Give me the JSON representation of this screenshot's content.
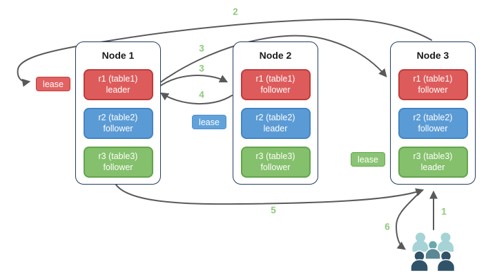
{
  "nodes": [
    {
      "title": "Node 1",
      "replicas": [
        {
          "name": "r1 (table1)",
          "role": "leader",
          "color": "#DE5B5B"
        },
        {
          "name": "r2 (table2)",
          "role": "follower",
          "color": "#5B9BD5"
        },
        {
          "name": "r3 (table3)",
          "role": "follower",
          "color": "#85C06C"
        }
      ]
    },
    {
      "title": "Node 2",
      "replicas": [
        {
          "name": "r1 (table1)",
          "role": "follower",
          "color": "#DE5B5B"
        },
        {
          "name": "r2 (table2)",
          "role": "leader",
          "color": "#5B9BD5"
        },
        {
          "name": "r3 (table3)",
          "role": "follower",
          "color": "#85C06C"
        }
      ]
    },
    {
      "title": "Node 3",
      "replicas": [
        {
          "name": "r1 (table1)",
          "role": "follower",
          "color": "#DE5B5B"
        },
        {
          "name": "r2 (table2)",
          "role": "follower",
          "color": "#5B9BD5"
        },
        {
          "name": "r3 (table3)",
          "role": "leader",
          "color": "#85C06C"
        }
      ]
    }
  ],
  "leases": [
    {
      "label": "lease",
      "color": "#E26262"
    },
    {
      "label": "lease",
      "color": "#62A2DB"
    },
    {
      "label": "lease",
      "color": "#8BC474"
    }
  ],
  "steps": {
    "step1": "1",
    "step2": "2",
    "step3a": "3",
    "step3b": "3",
    "step4": "4",
    "step5": "5",
    "step6": "6"
  },
  "icons": {
    "users": "users-group-icon"
  },
  "colors": {
    "replica_red": "#DE5B5B",
    "replica_blue": "#5B9BD5",
    "replica_green": "#85C06C",
    "node_border": "#203A60",
    "arrow": "#595959",
    "step_label": "#8CC97C",
    "users_light": "#A5D3D6",
    "users_medium": "#6BA8AE",
    "users_dark": "#305369"
  }
}
